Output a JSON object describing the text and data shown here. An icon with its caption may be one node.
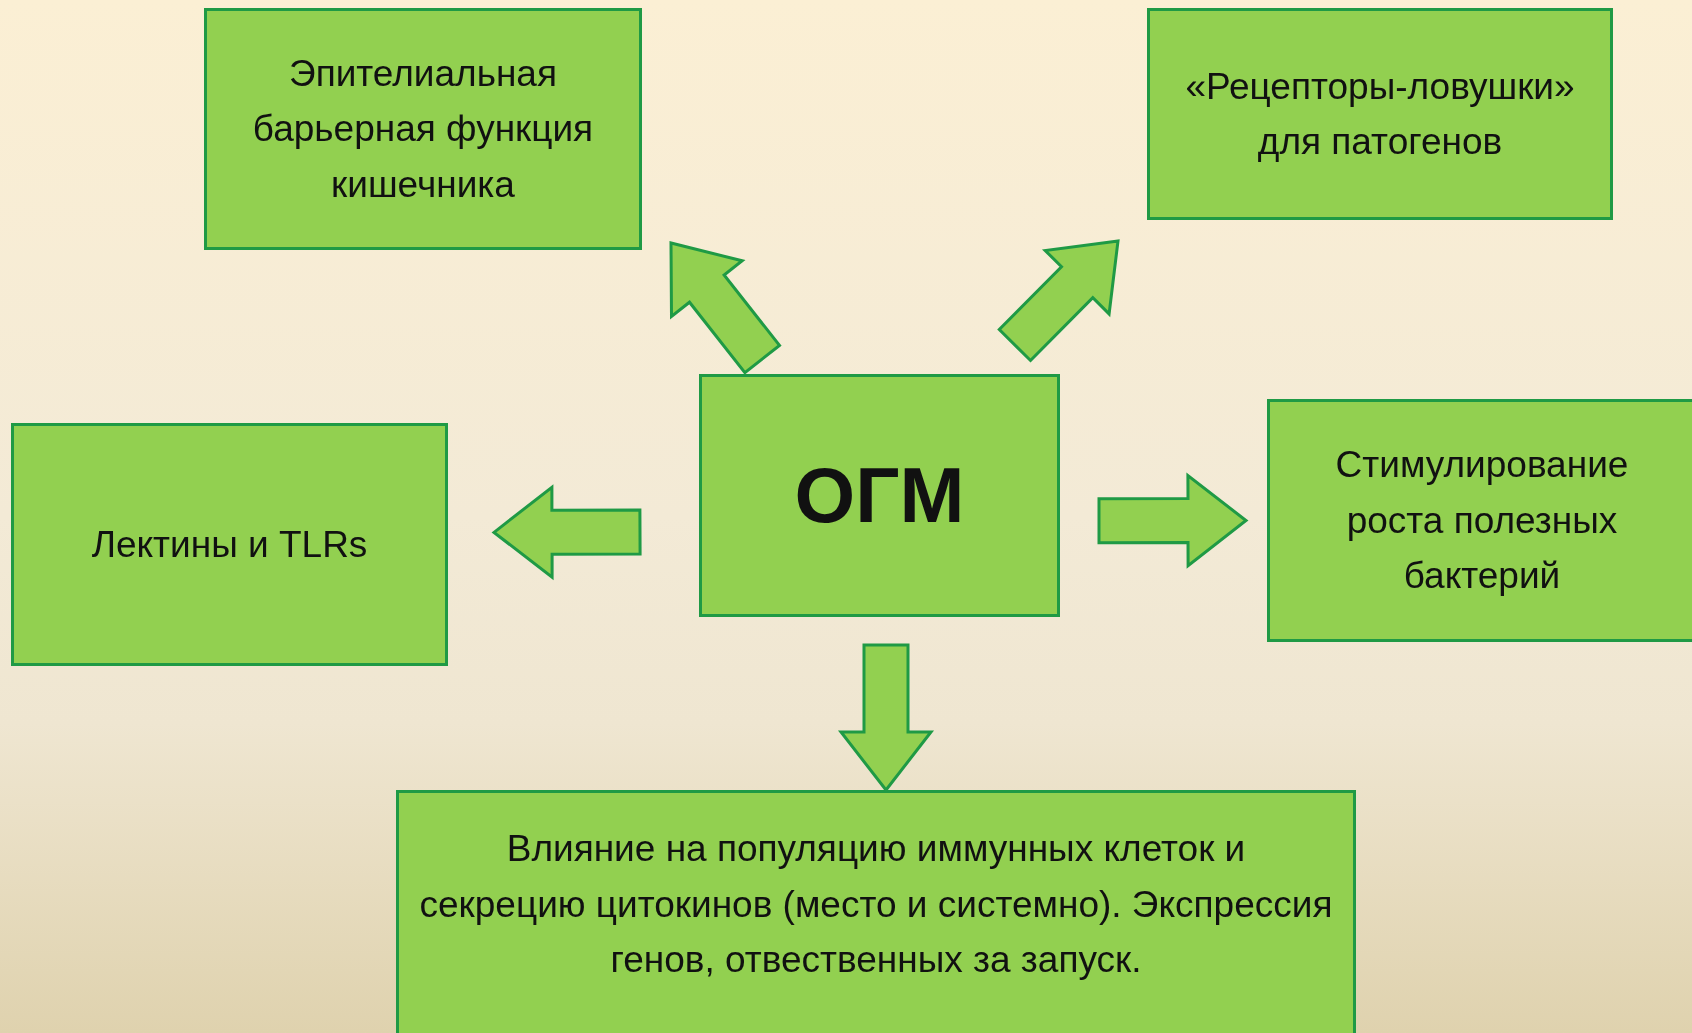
{
  "diagram": {
    "nodes": [
      {
        "text": [
          "Эпителиальная барьерная функция кишечника"
        ]
      },
      {
        "text": [
          "«Рецепторы-ловушки» для патогенов"
        ]
      },
      {
        "text": [
          "Лектины и TLRs"
        ]
      },
      {
        "text": [
          "ОГМ"
        ]
      },
      {
        "text": [
          "Стимулирование роста полезных бактерий"
        ]
      },
      {
        "text": [
          "Влияние на популяцию иммунных клеток и секрецию цитокинов (место и системно). Экспрессия генов, отвественных за запуск."
        ]
      }
    ],
    "edges": [
      {
        "from": 3,
        "to": 0,
        "arrow": "to"
      },
      {
        "from": 3,
        "to": 1,
        "arrow": "to"
      },
      {
        "from": 3,
        "to": 2,
        "arrow": "to"
      },
      {
        "from": 3,
        "to": 4,
        "arrow": "to"
      },
      {
        "from": 3,
        "to": 5,
        "arrow": "to"
      }
    ]
  }
}
